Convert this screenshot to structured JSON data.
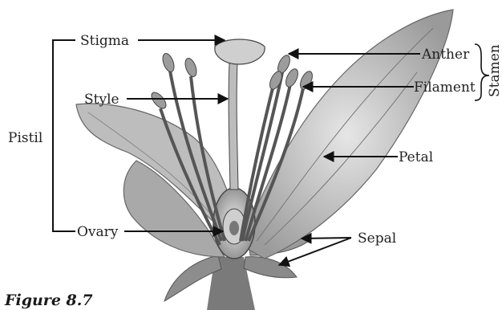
{
  "labels": {
    "stigma": "Stigma",
    "style": "Style",
    "pistil": "Pistil",
    "ovary": "Ovary",
    "anther": "Anther",
    "filament": "Filament",
    "stamen": "Stamen",
    "petal": "Petal",
    "sepal": "Sepal"
  },
  "caption": "Figure 8.7"
}
